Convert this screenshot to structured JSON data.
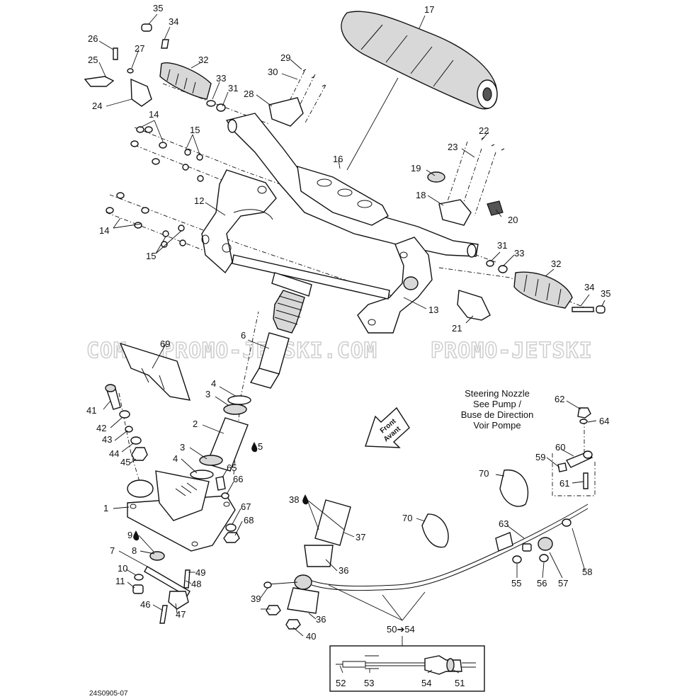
{
  "diagram": {
    "document_id": "24S0905-07",
    "watermark": [
      "COM",
      "PROMO-JETSKI.COM",
      "PROMO-JETSKI"
    ],
    "note_lines": [
      "Steering Nozzle",
      "See Pump /",
      "Buse de Direction",
      "Voir Pompe"
    ],
    "front_arrow": [
      "Front",
      "Avant"
    ],
    "callouts": [
      {
        "id": "c35a",
        "label": "35"
      },
      {
        "id": "c34a",
        "label": "34"
      },
      {
        "id": "c26",
        "label": "26"
      },
      {
        "id": "c27",
        "label": "27"
      },
      {
        "id": "c25",
        "label": "25"
      },
      {
        "id": "c32a",
        "label": "32"
      },
      {
        "id": "c33a",
        "label": "33"
      },
      {
        "id": "c31a",
        "label": "31"
      },
      {
        "id": "c24",
        "label": "24"
      },
      {
        "id": "c14a",
        "label": "14"
      },
      {
        "id": "c15a",
        "label": "15"
      },
      {
        "id": "c29",
        "label": "29"
      },
      {
        "id": "c30",
        "label": "30"
      },
      {
        "id": "c28",
        "label": "28"
      },
      {
        "id": "c17",
        "label": "17"
      },
      {
        "id": "c16",
        "label": "16"
      },
      {
        "id": "c22",
        "label": "22"
      },
      {
        "id": "c23",
        "label": "23"
      },
      {
        "id": "c19",
        "label": "19"
      },
      {
        "id": "c18",
        "label": "18"
      },
      {
        "id": "c20",
        "label": "20"
      },
      {
        "id": "c12",
        "label": "12"
      },
      {
        "id": "c14b",
        "label": "14"
      },
      {
        "id": "c15b",
        "label": "15"
      },
      {
        "id": "c31b",
        "label": "31"
      },
      {
        "id": "c33b",
        "label": "33"
      },
      {
        "id": "c32b",
        "label": "32"
      },
      {
        "id": "c34b",
        "label": "34"
      },
      {
        "id": "c35b",
        "label": "35"
      },
      {
        "id": "c13",
        "label": "13"
      },
      {
        "id": "c21",
        "label": "21"
      },
      {
        "id": "c6",
        "label": "6"
      },
      {
        "id": "c69",
        "label": "69"
      },
      {
        "id": "c4a",
        "label": "4"
      },
      {
        "id": "c3a",
        "label": "3"
      },
      {
        "id": "c2",
        "label": "2"
      },
      {
        "id": "c5",
        "label": "5"
      },
      {
        "id": "c3b",
        "label": "3"
      },
      {
        "id": "c4b",
        "label": "4"
      },
      {
        "id": "c41",
        "label": "41"
      },
      {
        "id": "c42",
        "label": "42"
      },
      {
        "id": "c43",
        "label": "43"
      },
      {
        "id": "c44",
        "label": "44"
      },
      {
        "id": "c45",
        "label": "45"
      },
      {
        "id": "c65",
        "label": "65"
      },
      {
        "id": "c66",
        "label": "66"
      },
      {
        "id": "c1",
        "label": "1"
      },
      {
        "id": "c67",
        "label": "67"
      },
      {
        "id": "c68",
        "label": "68"
      },
      {
        "id": "c9",
        "label": "9"
      },
      {
        "id": "c7",
        "label": "7"
      },
      {
        "id": "c8",
        "label": "8"
      },
      {
        "id": "c10",
        "label": "10"
      },
      {
        "id": "c11",
        "label": "11"
      },
      {
        "id": "c49",
        "label": "49"
      },
      {
        "id": "c48",
        "label": "48"
      },
      {
        "id": "c46",
        "label": "46"
      },
      {
        "id": "c47",
        "label": "47"
      },
      {
        "id": "c62",
        "label": "62"
      },
      {
        "id": "c64",
        "label": "64"
      },
      {
        "id": "c60",
        "label": "60"
      },
      {
        "id": "c59",
        "label": "59"
      },
      {
        "id": "c61",
        "label": "61"
      },
      {
        "id": "c70a",
        "label": "70"
      },
      {
        "id": "c70b",
        "label": "70"
      },
      {
        "id": "c38",
        "label": "38"
      },
      {
        "id": "c37",
        "label": "37"
      },
      {
        "id": "c36a",
        "label": "36"
      },
      {
        "id": "c63",
        "label": "63"
      },
      {
        "id": "c58",
        "label": "58"
      },
      {
        "id": "c55",
        "label": "55"
      },
      {
        "id": "c56",
        "label": "56"
      },
      {
        "id": "c57",
        "label": "57"
      },
      {
        "id": "c39",
        "label": "39"
      },
      {
        "id": "c36b",
        "label": "36"
      },
      {
        "id": "c40",
        "label": "40"
      },
      {
        "id": "c50",
        "label": "50➔54"
      },
      {
        "id": "c52",
        "label": "52"
      },
      {
        "id": "c53",
        "label": "53"
      },
      {
        "id": "c54",
        "label": "54"
      },
      {
        "id": "c51",
        "label": "51"
      }
    ]
  }
}
